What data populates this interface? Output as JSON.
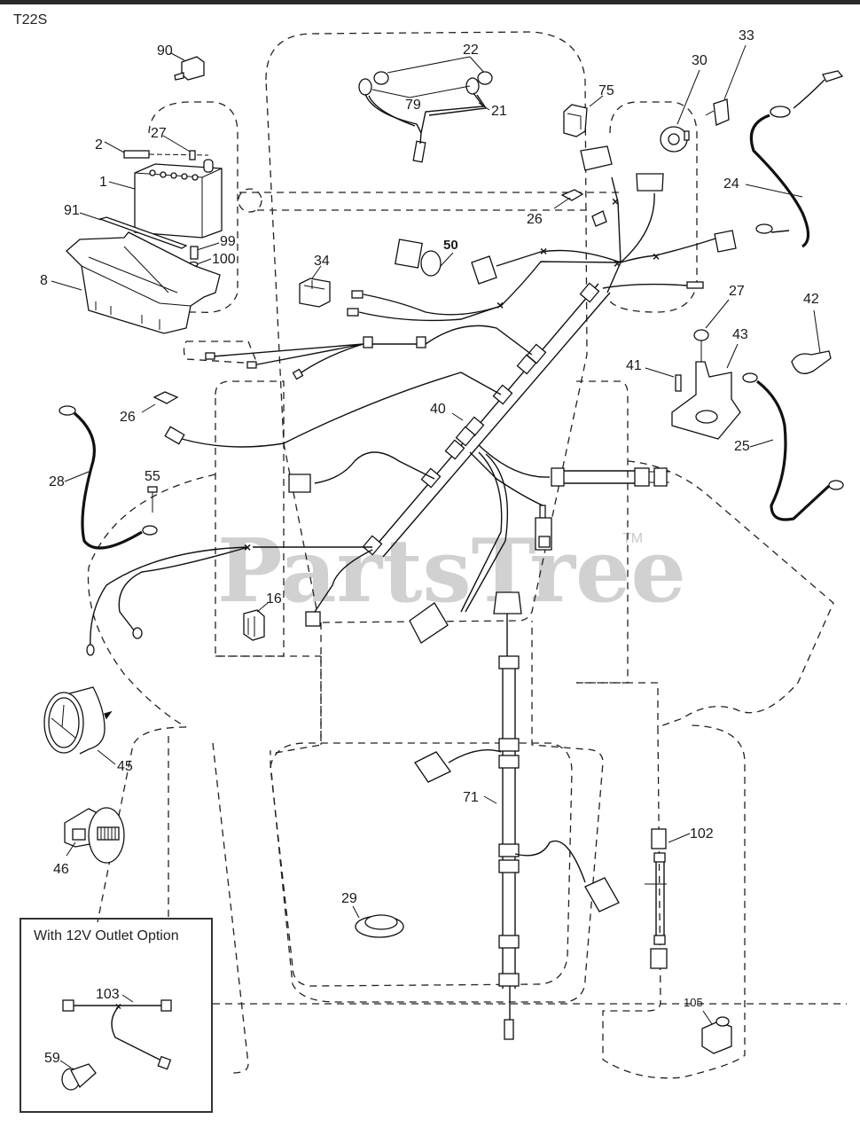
{
  "diagram": {
    "model_code": "T22S",
    "watermark": "PartsTree",
    "watermark_tm": "TM",
    "inset_title": "With 12V Outlet Option",
    "parts": [
      {
        "id": "90",
        "name": "part-90"
      },
      {
        "id": "2",
        "name": "part-2"
      },
      {
        "id": "27",
        "name": "part-27-top"
      },
      {
        "id": "1",
        "name": "part-1-battery"
      },
      {
        "id": "91",
        "name": "part-91-strap"
      },
      {
        "id": "99",
        "name": "part-99"
      },
      {
        "id": "100",
        "name": "part-100"
      },
      {
        "id": "8",
        "name": "part-8-battery-box"
      },
      {
        "id": "22",
        "name": "part-22-bulbs"
      },
      {
        "id": "79",
        "name": "part-79-sockets"
      },
      {
        "id": "21",
        "name": "part-21-light-harness"
      },
      {
        "id": "75",
        "name": "part-75-switch"
      },
      {
        "id": "30",
        "name": "part-30-ignition-switch"
      },
      {
        "id": "33",
        "name": "part-33-key"
      },
      {
        "id": "24",
        "name": "part-24-cable"
      },
      {
        "id": "26",
        "name": "part-26-fuse-top"
      },
      {
        "id": "50",
        "name": "part-50-pto-switch"
      },
      {
        "id": "34",
        "name": "part-34-rocker-switch"
      },
      {
        "id": "27",
        "name": "part-27-nut"
      },
      {
        "id": "42",
        "name": "part-42-boot"
      },
      {
        "id": "43",
        "name": "part-43-solenoid"
      },
      {
        "id": "41",
        "name": "part-41-bolt"
      },
      {
        "id": "25",
        "name": "part-25-cable"
      },
      {
        "id": "26",
        "name": "part-26-fuse-left"
      },
      {
        "id": "40",
        "name": "part-40-main-harness"
      },
      {
        "id": "28",
        "name": "part-28-cable"
      },
      {
        "id": "55",
        "name": "part-55-screw"
      },
      {
        "id": "16",
        "name": "part-16-relay"
      },
      {
        "id": "45",
        "name": "part-45-gauge"
      },
      {
        "id": "46",
        "name": "part-46-hour-meter"
      },
      {
        "id": "71",
        "name": "part-71-harness"
      },
      {
        "id": "29",
        "name": "part-29-plug"
      },
      {
        "id": "102",
        "name": "part-102-harness"
      },
      {
        "id": "105",
        "name": "part-105-switch"
      },
      {
        "id": "103",
        "name": "part-103-outlet-harness"
      },
      {
        "id": "59",
        "name": "part-59-outlet"
      }
    ]
  }
}
